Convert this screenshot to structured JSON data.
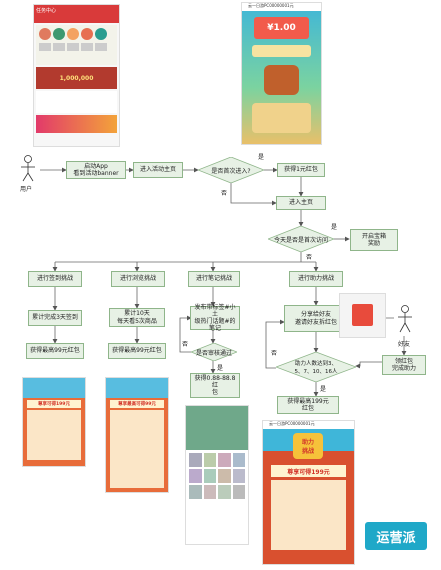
{
  "actor_user": "用户",
  "actor_friend": "好友",
  "nodes": {
    "start": "启动App\n看到活动banner",
    "enter_page": "进入活动主页",
    "first_time": "是否首次进入?",
    "get_red_packet": "获得1元红包",
    "enter_main": "进入主页",
    "daily_check": "今天是否是首次访问",
    "open_treasure": "开启宝箱\n奖励",
    "task_signin": "进行签到挑战",
    "task_browse": "进行浏览挑战",
    "task_note": "进行笔记挑战",
    "task_assist": "进行助力挑战",
    "signin_detail": "累计完成3天签到",
    "browse_detail": "累计10天\n每天看5次商品",
    "note_detail": "发布带标签#小土\n级热门话题#的笔记",
    "assist_detail": "分享给好友\n邀请好友拆红包",
    "signin_reward": "获得最高99元红包",
    "browse_reward": "获得最高99元红包",
    "note_check": "是否审核通过",
    "note_reward": "获得0.88-88.8红\n包",
    "assist_count": "助力人数达到3、\n5、7、10、16人",
    "friend_assist": "领红包\n完成助力",
    "assist_reward": "获得最高199元\n红包"
  },
  "edge_labels": {
    "yes_first": "是",
    "no_first": "否",
    "yes_daily": "是",
    "no_daily": "否",
    "no_note": "否",
    "yes_note": "是",
    "no_assist": "否",
    "yes_assist": "是"
  },
  "screens": {
    "top_left_title": "任务中心",
    "top_left_banner": "1,000,000",
    "top_right_amount": "¥1.00",
    "top_right_header": "云一日游PC00000001元",
    "bottom1_title": "尊享可得199元",
    "bottom2_title": "尊享最高可得99元",
    "bottom_right_header": "云一日游PC00000001元",
    "bottom_right_badge": "助力\n挑战",
    "bottom_right_title": "尊享可得199元"
  },
  "watermark": "运营派"
}
